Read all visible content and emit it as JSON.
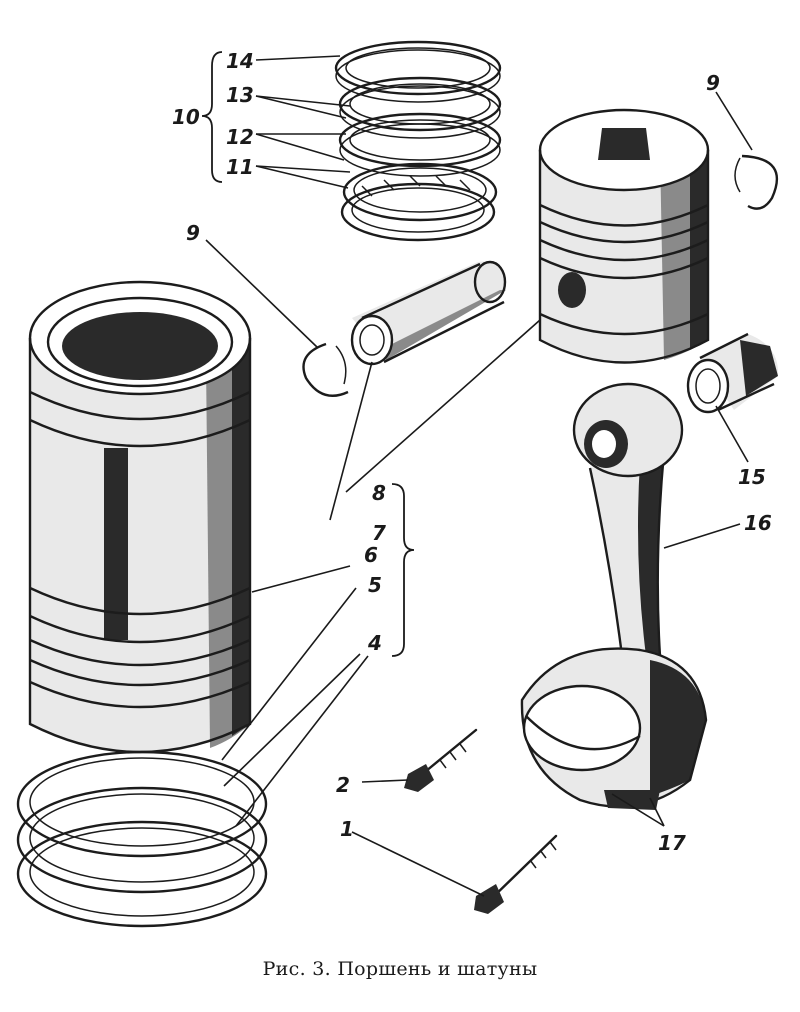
{
  "caption": "Рис. 3. Поршень и шатуны",
  "callouts": {
    "c1": "1",
    "c2": "2",
    "c4": "4",
    "c5": "5",
    "c6": "6",
    "c7": "7",
    "c8": "8",
    "c9_left": "9",
    "c9_right": "9",
    "c10": "10",
    "c11": "11",
    "c12": "12",
    "c13": "13",
    "c14": "14",
    "c15": "15",
    "c16": "16",
    "c17": "17"
  }
}
